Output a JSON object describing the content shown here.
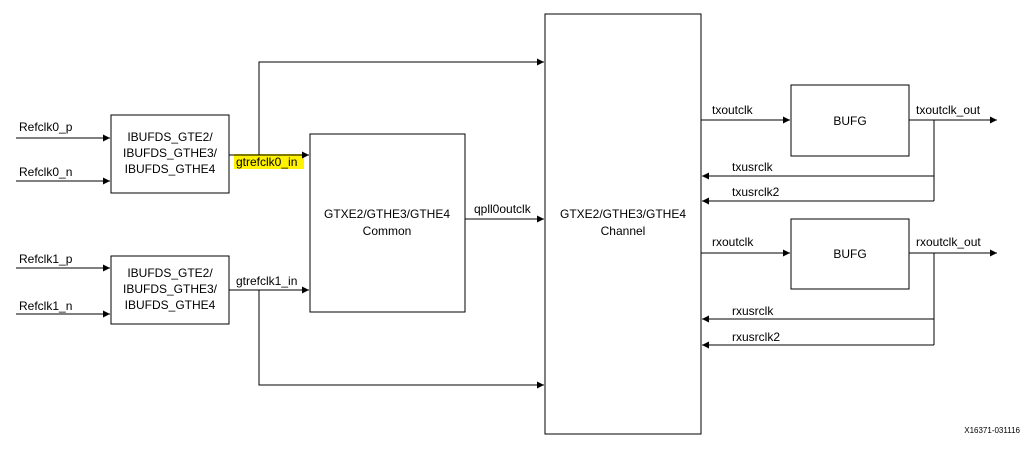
{
  "inputs": {
    "refclk0_p": "Refclk0_p",
    "refclk0_n": "Refclk0_n",
    "refclk1_p": "Refclk1_p",
    "refclk1_n": "Refclk1_n"
  },
  "ibufds0": {
    "line1": "IBUFDS_GTE2/",
    "line2": "IBUFDS_GTHE3/",
    "line3": "IBUFDS_GTHE4"
  },
  "ibufds1": {
    "line1": "IBUFDS_GTE2/",
    "line2": "IBUFDS_GTHE3/",
    "line3": "IBUFDS_GTHE4"
  },
  "common": {
    "line1": "GTXE2/GTHE3/GTHE4",
    "line2": "Common"
  },
  "channel": {
    "line1": "GTXE2/GTHE3/GTHE4",
    "line2": "Channel"
  },
  "bufg_tx": {
    "label": "BUFG"
  },
  "bufg_rx": {
    "label": "BUFG"
  },
  "signals": {
    "gtrefclk0_in": "gtrefclk0_in",
    "gtrefclk1_in": "gtrefclk1_in",
    "qpll0outclk": "qpll0outclk",
    "txoutclk": "txoutclk",
    "txoutclk_out": "txoutclk_out",
    "txusrclk": "txusrclk",
    "txusrclk2": "txusrclk2",
    "rxoutclk": "rxoutclk",
    "rxoutclk_out": "rxoutclk_out",
    "rxusrclk": "rxusrclk",
    "rxusrclk2": "rxusrclk2"
  },
  "figure_id": "X16371-031116",
  "highlight_color": "#FFF200"
}
